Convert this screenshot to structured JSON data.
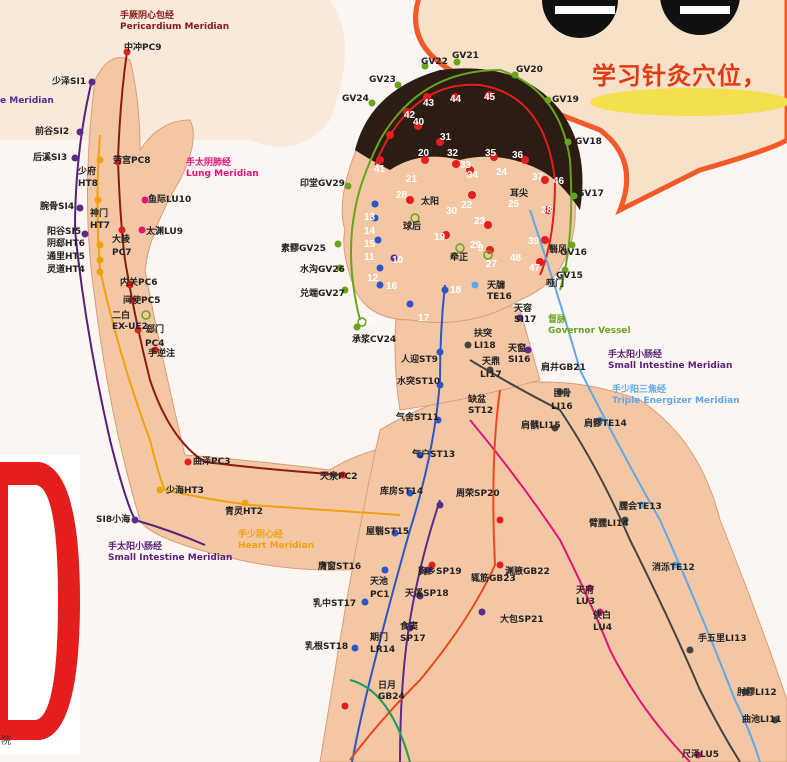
{
  "slogan": "学习针灸穴位，",
  "side_char": "院",
  "legends": [
    {
      "cn": "手厥阴心包经",
      "en": "Pericardium Meridian",
      "color": "#8a1a14"
    },
    {
      "cn": "",
      "en": "e Meridian",
      "color": "#5a2a8c"
    },
    {
      "cn": "手太阴肺经",
      "en": "Lung Meridian",
      "color": "#e0157a"
    },
    {
      "cn": "督脉",
      "en": "Governor Vessel",
      "color": "#6aa31e"
    },
    {
      "cn": "手太阳小肠经",
      "en": "Small Intestine Meridian",
      "color": "#5a1f7a"
    },
    {
      "cn": "手少阳三焦经",
      "en": "Triple Energizer Meridian",
      "color": "#5fa8e8"
    },
    {
      "cn": "手太阳小肠经",
      "en": "Small Intestine Meridian",
      "color": "#5a1f7a"
    },
    {
      "cn": "手少阴心经",
      "en": "Heart Meridian",
      "color": "#f0a20c"
    }
  ],
  "points": [
    "中冲PC9",
    "少泽SI1",
    "前谷SI2",
    "后溪SI3",
    "少府",
    "HT8",
    "劳宫PC8",
    "腕骨SI4",
    "神门",
    "HT7",
    "鱼际LU10",
    "阳谷SI5",
    "阴郄HT6",
    "通里HT5",
    "灵道HT4",
    "大陵",
    "PC7",
    "太渊LU9",
    "内关PC6",
    "间使PC5",
    "二白",
    "EX-UE2",
    "郄门",
    "PC4",
    "手逆注",
    "曲泽PC3",
    "天泉PC2",
    "少海HT3",
    "青灵HT2",
    "SI8小海",
    "GV21",
    "GV22",
    "GV20",
    "GV23",
    "GV19",
    "GV24",
    "GV18",
    "GV17",
    "GV16",
    "GV15",
    "印堂GV29",
    "素髎GV25",
    "水沟GV26",
    "兑端GV27",
    "承浆CV24",
    "43",
    "44",
    "45",
    "42",
    "40",
    "41",
    "31",
    "35",
    "36",
    "46",
    "20",
    "32",
    "33",
    "34",
    "37",
    "21",
    "22",
    "24",
    "38",
    "28",
    "25",
    "47",
    "13",
    "19",
    "23",
    "29",
    "39",
    "14",
    "30",
    "15",
    "10",
    "27",
    "48",
    "11",
    "9",
    "12",
    "16",
    "18",
    "26",
    "17",
    "太阳",
    "球后",
    "牵正",
    "耳尖",
    "翳风",
    "哑门",
    "天牖",
    "TE16",
    "天容",
    "SI17",
    "扶突",
    "LI18",
    "天鼎",
    "LI17",
    "天窗",
    "SI16",
    "人迎ST9",
    "水突ST10",
    "气舍ST11",
    "缺盆",
    "ST12",
    "肩井GB21",
    "巨骨",
    "LI16",
    "肩髃LI15",
    "肩髎TE14",
    "气户ST13",
    "库房ST14",
    "屋翳ST15",
    "周荣SP20",
    "臑会TE13",
    "臂臑LI14",
    "膺窗ST16",
    "天池",
    "PC1",
    "胸乡SP19",
    "天溪SP18",
    "渊腋GB22",
    "辄筋GB23",
    "消泺TE12",
    "乳中ST17",
    "食窦",
    "SP17",
    "大包SP21",
    "天府",
    "LU3",
    "侠白",
    "LU4",
    "乳根ST18",
    "期门",
    "LR14",
    "手五里LI13",
    "日月",
    "GB24",
    "肘髎LI12",
    "曲池LI11",
    "尺泽LU5"
  ],
  "colors": {
    "skin": "#f3c7a4",
    "hair": "#2b1c14",
    "bubble": "#f7e1c8",
    "bubble_border": "#f25a2a",
    "yellow": "#f4e04d",
    "red_block": "#e31e1c"
  }
}
